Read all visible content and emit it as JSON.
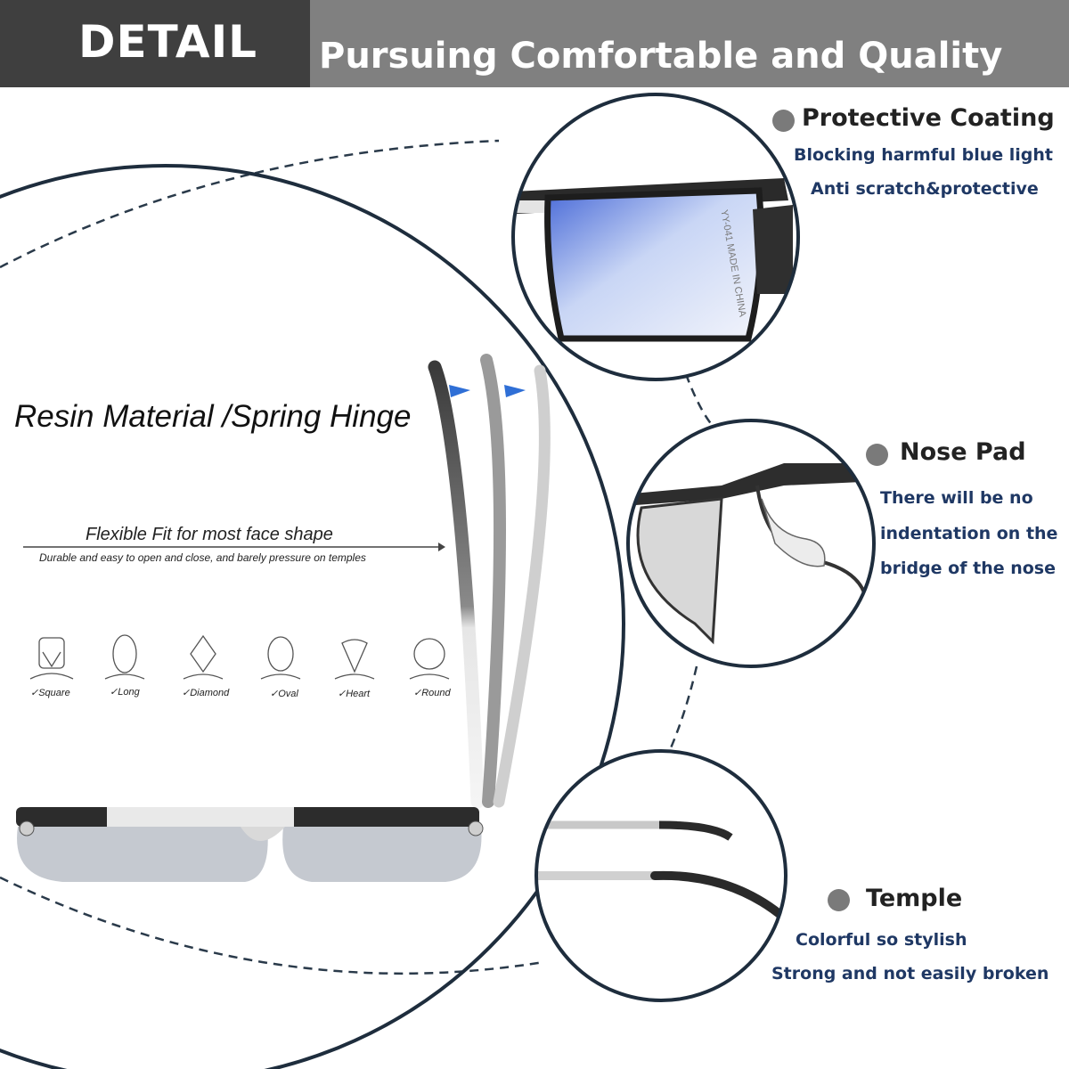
{
  "header": {
    "title": "DETAIL",
    "subtitle": "Pursuing Comfortable and Quality"
  },
  "main_feature": {
    "title": "Resin Material /Spring Hinge",
    "flex_title": "Flexible Fit for most face shape",
    "flex_subtitle": "Durable and easy to open and close, and barely pressure on temples"
  },
  "face_shapes": [
    {
      "label": "Square"
    },
    {
      "label": "Long"
    },
    {
      "label": "Diamond"
    },
    {
      "label": "Oval"
    },
    {
      "label": "Heart"
    },
    {
      "label": "Round"
    }
  ],
  "lens_imprint": "YY-041 MADE IN CHINA",
  "callouts": {
    "coating": {
      "title": "Protective Coating",
      "lines": [
        "Blocking harmful blue light",
        "Anti scratch&protective"
      ]
    },
    "nose_pad": {
      "title": "Nose Pad",
      "lines": [
        "There will be no",
        "indentation on the",
        "bridge of the nose"
      ]
    },
    "temple": {
      "title": "Temple",
      "lines": [
        "Colorful so stylish",
        "Strong and not easily broken"
      ]
    }
  },
  "colors": {
    "header_dark": "#3f3f3f",
    "header_gray": "#808080",
    "circle_stroke": "#1e2d3d",
    "callout_text": "#1f3864",
    "bullet": "#7a7a7a",
    "arrow_blue": "#2f6fd6"
  }
}
